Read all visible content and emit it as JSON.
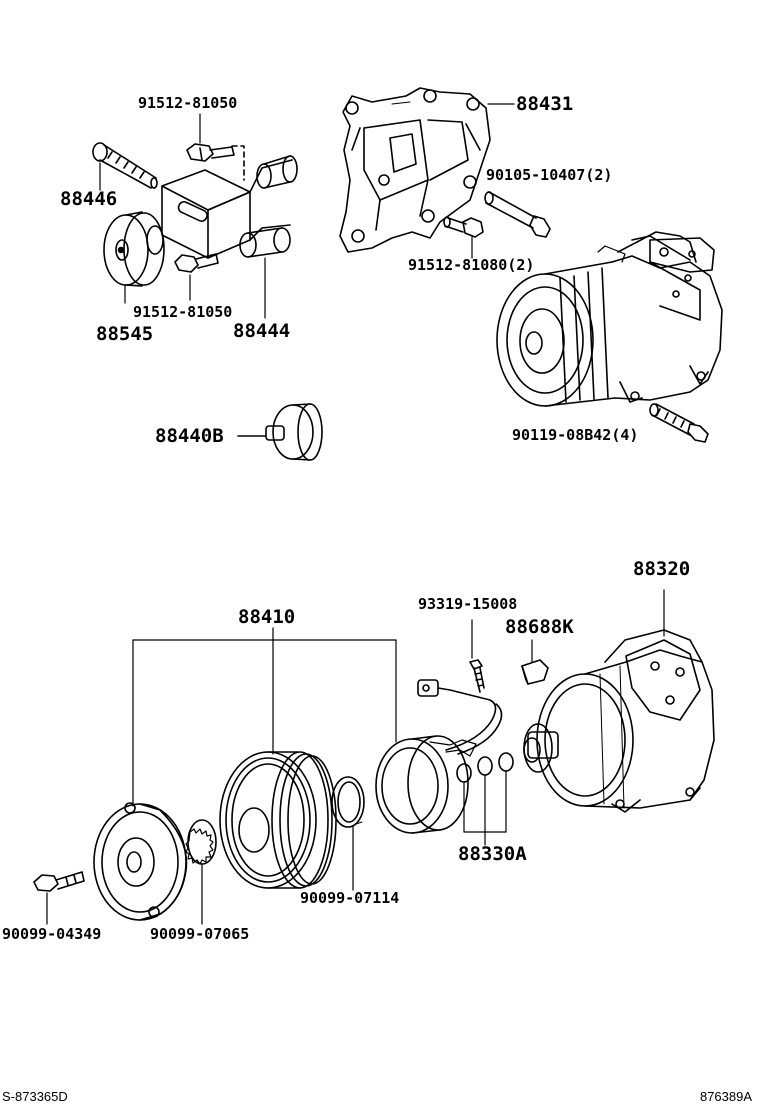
{
  "diagram": {
    "labels": {
      "p91512_81050_top": "91512-81050",
      "p88431": "88431",
      "p88446": "88446",
      "p90105_10407": "90105-10407(2)",
      "p91512_81080": "91512-81080(2)",
      "p91512_81050_bottom": "91512-81050",
      "p88545": "88545",
      "p88444": "88444",
      "p88440B": "88440B",
      "p90119_08B42": "90119-08B42(4)",
      "p88320": "88320",
      "p88410": "88410",
      "p93319_15008": "93319-15008",
      "p88688K": "88688K",
      "p88330A": "88330A",
      "p90099_07114": "90099-07114",
      "p90099_04349": "90099-04349",
      "p90099_07065": "90099-07065"
    },
    "footer": {
      "left_code": "S-873365D",
      "right_code": "876389A"
    }
  }
}
